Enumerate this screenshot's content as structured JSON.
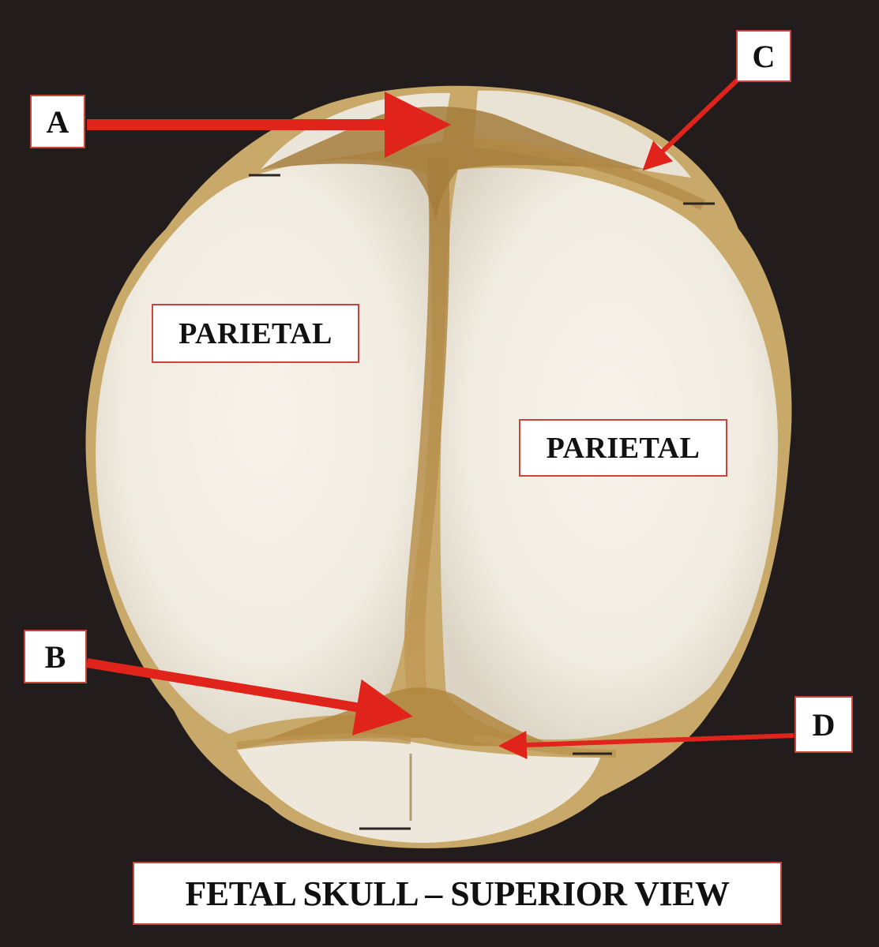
{
  "image": {
    "caption": "FETAL SKULL – SUPERIOR VIEW",
    "bone_labels": {
      "left": "PARIETAL",
      "right": "PARIETAL"
    },
    "pointer_labels": {
      "a": "A",
      "b": "B",
      "c": "C",
      "d": "D"
    },
    "colors": {
      "background": "#221d1c",
      "bone": "#f3efe6",
      "suture": "#b48a46",
      "arrow": "#e0241c",
      "label_border": "#c9463c"
    }
  }
}
